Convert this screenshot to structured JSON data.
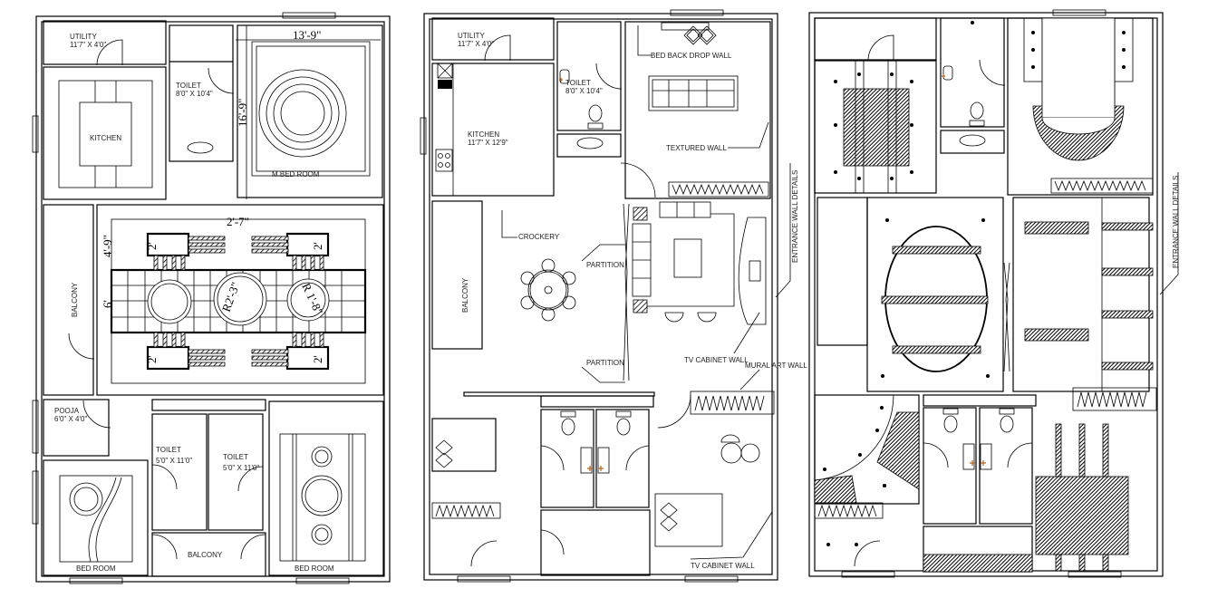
{
  "drawing": {
    "title": "Residential floor plan – furniture layout, interior elevation and ceiling plan",
    "plans": [
      {
        "name": "furniture-layout-plan",
        "labels": {
          "utility": "UTILITY",
          "utility_size": "11'7\" X 4'0\"",
          "kitchen": "KITCHEN",
          "toilet": "TOILET",
          "toilet_size": "8'0\" X 10'4\"",
          "master_bed": "M.BED ROOM",
          "balcony_side": "BALCONY",
          "pooja": "POOJA",
          "pooja_size": "6'0\" X 4'0\"",
          "toilet_left": "TOILET",
          "toilet_left_size": "5'0\" X 11'0\"",
          "toilet_right": "TOILET",
          "toilet_right_size": "5'0\" X 11'0\"",
          "bed_room_left": "BED ROOM",
          "balcony_bottom": "BALCONY",
          "bed_room_right": "BED ROOM"
        },
        "dimensions": {
          "master_bed_width": "13'-9\"",
          "master_bed_height": "16'-9\"",
          "dining_gap": "2'-7\"",
          "dining_depth": "4'-9\"",
          "dining_width": "6'",
          "chair_left_top": "2'",
          "chair_right_top": "2'",
          "chair_left_bottom": "2'",
          "chair_right_bottom": "2'",
          "radius_center": "R2'-3\"",
          "radius_right": "R 1'-8\""
        }
      },
      {
        "name": "interior-detail-plan",
        "labels": {
          "utility": "UTILITY",
          "utility_size": "11'7\" X 4'0\"",
          "toilet": "TOILET",
          "toilet_size": "8'0\" X 10'4\"",
          "bed_back_drop_wall": "BED BACK DROP WALL",
          "kitchen": "KITCHEN",
          "kitchen_size": "11'7\" X 12'9\"",
          "textured_wall": "TEXTURED WALL",
          "crockery": "CROCKERY",
          "partition_top": "PARTITION",
          "partition_bottom": "PARTITION",
          "balcony": "BALCONY",
          "entrance_wall": "ENTRANCE WALL DETAILS",
          "tv_cabinet_wall_top": "TV CABINET WALL",
          "mural_art_wall": "MURAL ART WALL",
          "tv_cabinet_wall_bottom": "TV CABINET WALL"
        }
      },
      {
        "name": "ceiling-plan",
        "labels": {
          "entrance_wall": "ENTRANCE WALL DETAILS"
        }
      }
    ]
  }
}
